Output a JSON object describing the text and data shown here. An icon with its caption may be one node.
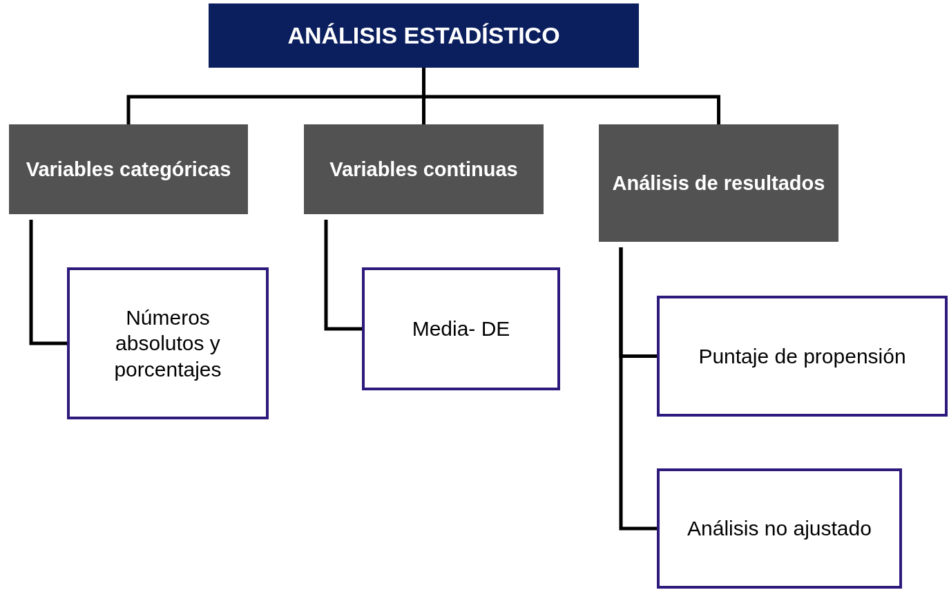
{
  "diagram": {
    "nodes": [
      {
        "text": [
          "ANÁLISIS ESTADÍSTICO"
        ]
      },
      {
        "text": [
          "Variables categóricas"
        ]
      },
      {
        "text": [
          "Variables continuas"
        ]
      },
      {
        "text": [
          "Análisis de resultados"
        ]
      },
      {
        "text": [
          "Números absolutos y porcentajes"
        ]
      },
      {
        "text": [
          "Media- DE"
        ]
      },
      {
        "text": [
          "Puntaje de propensión"
        ]
      },
      {
        "text": [
          "Análisis no ajustado"
        ]
      }
    ],
    "edges": [
      {
        "from": 0,
        "to": 1,
        "arrow": "none"
      },
      {
        "from": 0,
        "to": 2,
        "arrow": "none"
      },
      {
        "from": 0,
        "to": 3,
        "arrow": "none"
      },
      {
        "from": 1,
        "to": 4,
        "arrow": "none"
      },
      {
        "from": 2,
        "to": 5,
        "arrow": "none"
      },
      {
        "from": 3,
        "to": 6,
        "arrow": "none"
      },
      {
        "from": 3,
        "to": 7,
        "arrow": "none"
      }
    ]
  }
}
